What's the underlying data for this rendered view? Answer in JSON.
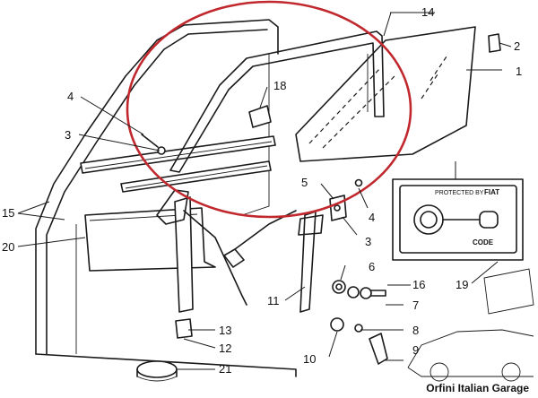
{
  "callouts": {
    "c1": "1",
    "c2": "2",
    "c3a": "3",
    "c3b": "3",
    "c4a": "4",
    "c4b": "4",
    "c5": "5",
    "c6": "6",
    "c7": "7",
    "c8": "8",
    "c9": "9",
    "c10": "10",
    "c11": "11",
    "c12": "12",
    "c13": "13",
    "c14": "14",
    "c15": "15",
    "c16": "16",
    "c18": "18",
    "c19": "19",
    "c20": "20",
    "c21": "21"
  },
  "code_label": {
    "protected_by": "PROTECTED BY",
    "brand": "FIAT",
    "word": "CODE"
  },
  "watermark": "Orfini Italian Garage",
  "colors": {
    "highlight_ring": "#c0282d",
    "ink": "#1a1a1a"
  }
}
